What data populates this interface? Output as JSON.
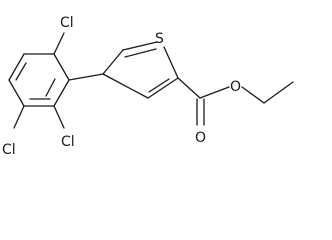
{
  "molecule": {
    "labels": {
      "thiophene_sulfur": "S",
      "carbonyl_oxygen": "O",
      "ester_oxygen": "O",
      "chloro_top": "Cl",
      "chloro_ortho": "Cl",
      "chloro_meta": "Cl"
    }
  }
}
